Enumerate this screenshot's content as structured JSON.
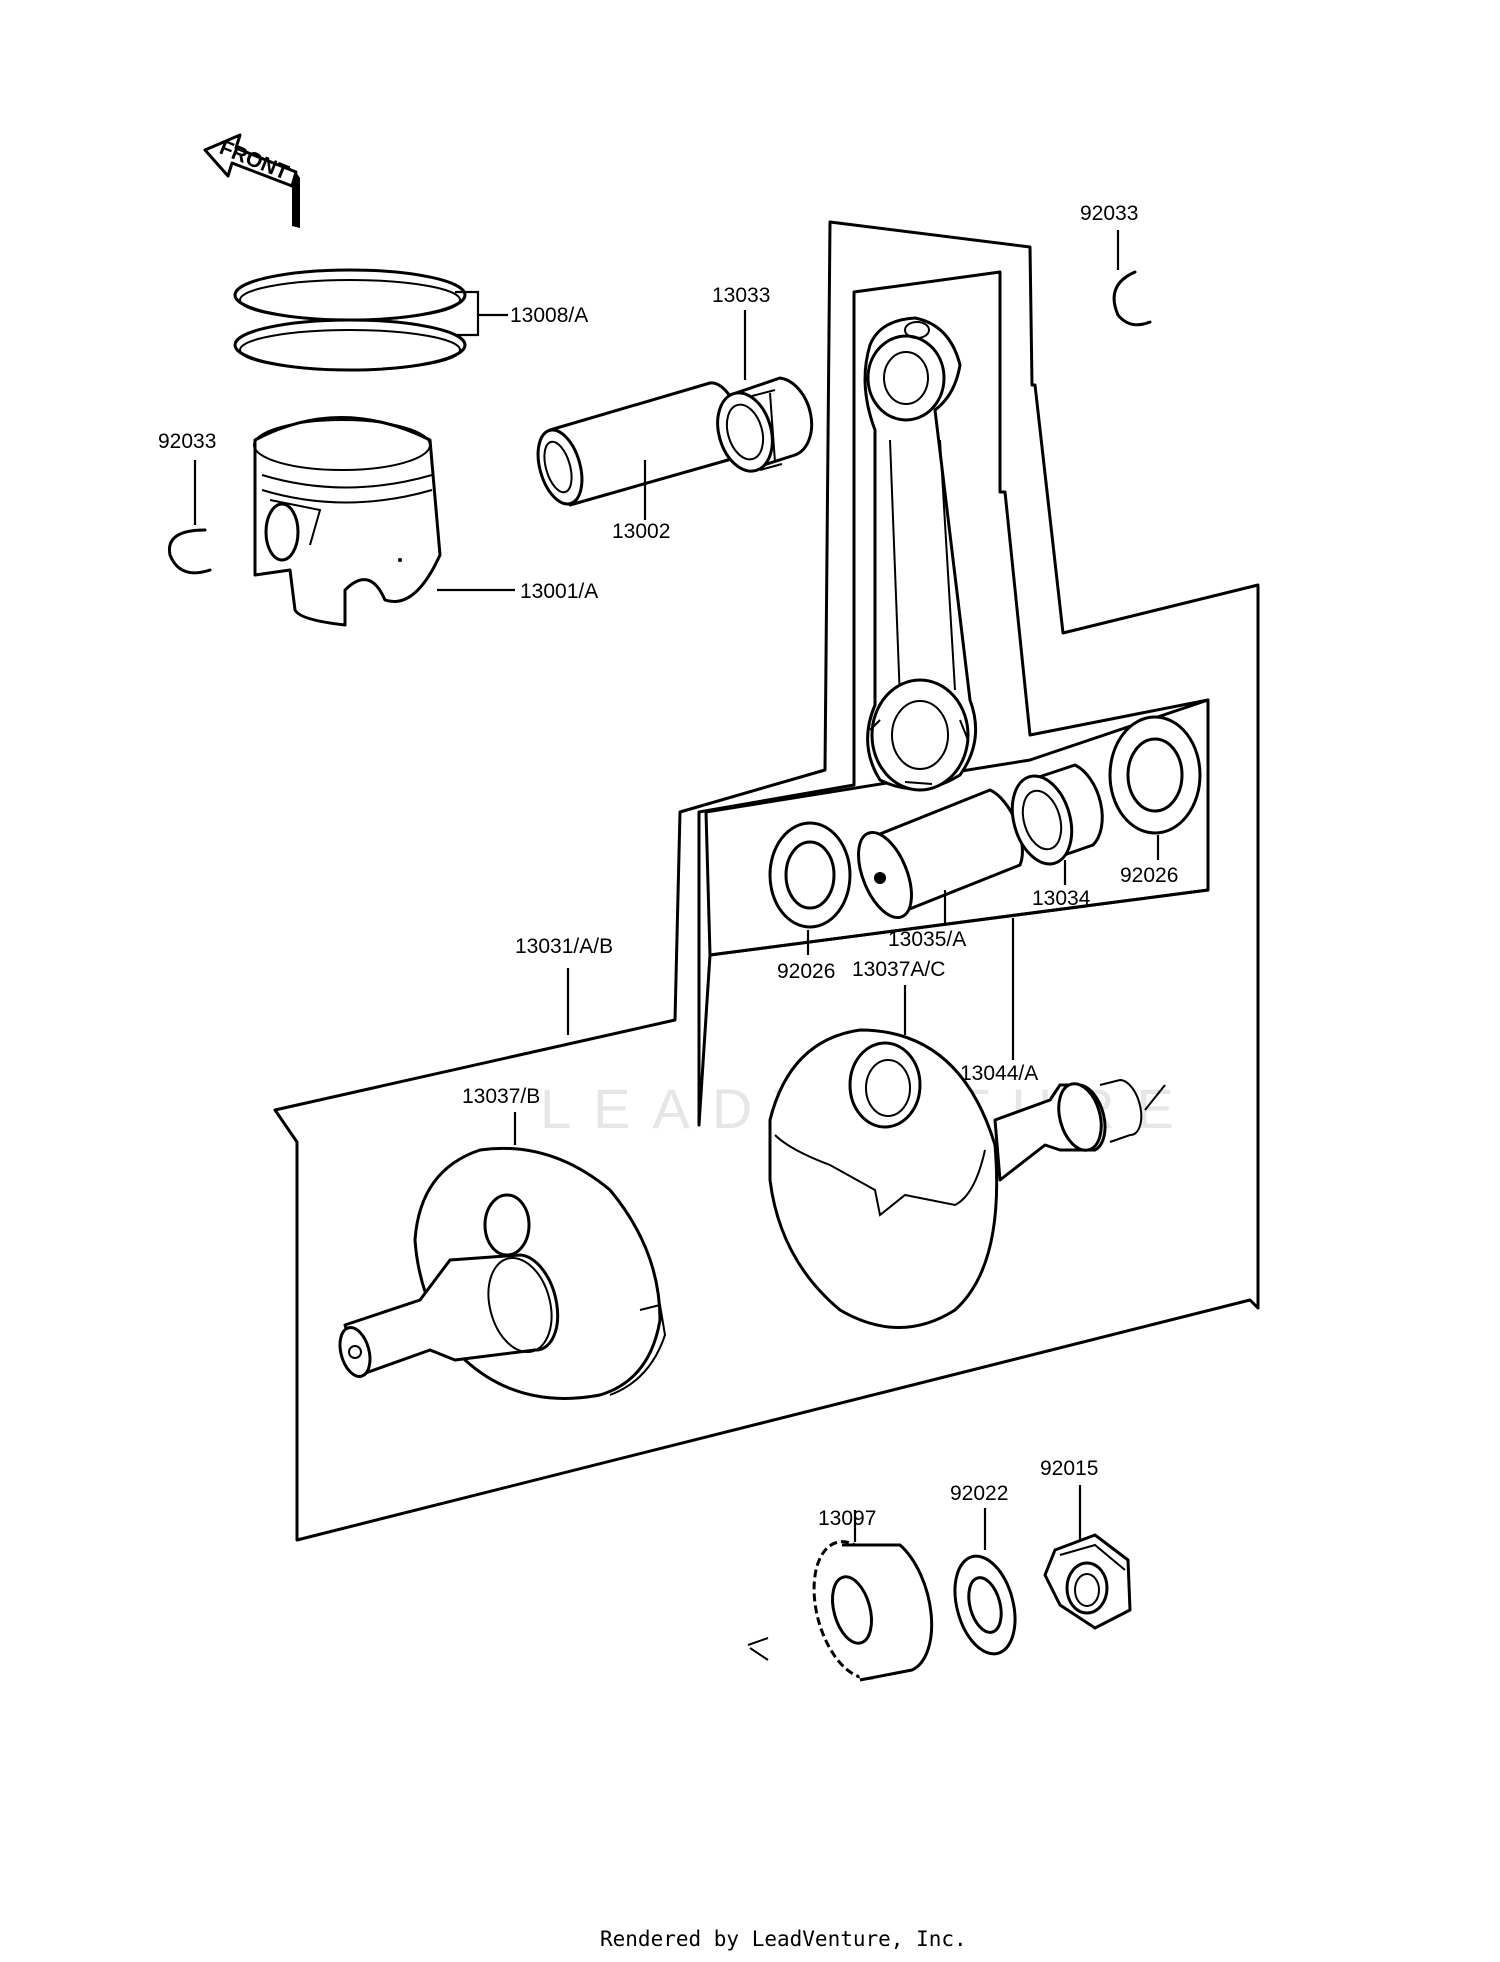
{
  "watermark": "LEADVENTURE",
  "front_arrow_label": "FRONT",
  "footer": "Rendered by LeadVenture, Inc.",
  "callouts": {
    "c92033_top": "92033",
    "c13008": "13008/A",
    "c13033": "13033",
    "c92033_left": "92033",
    "c13002": "13002",
    "c13001": "13001/A",
    "c92026_right": "92026",
    "c13034": "13034",
    "c13035": "13035/A",
    "c92026_left": "92026",
    "c13031": "13031/A/B",
    "c13037ac": "13037A/C",
    "c13044": "13044/A",
    "c13037b": "13037/B",
    "c92015": "92015",
    "c92022": "92022",
    "c13097": "13097"
  }
}
